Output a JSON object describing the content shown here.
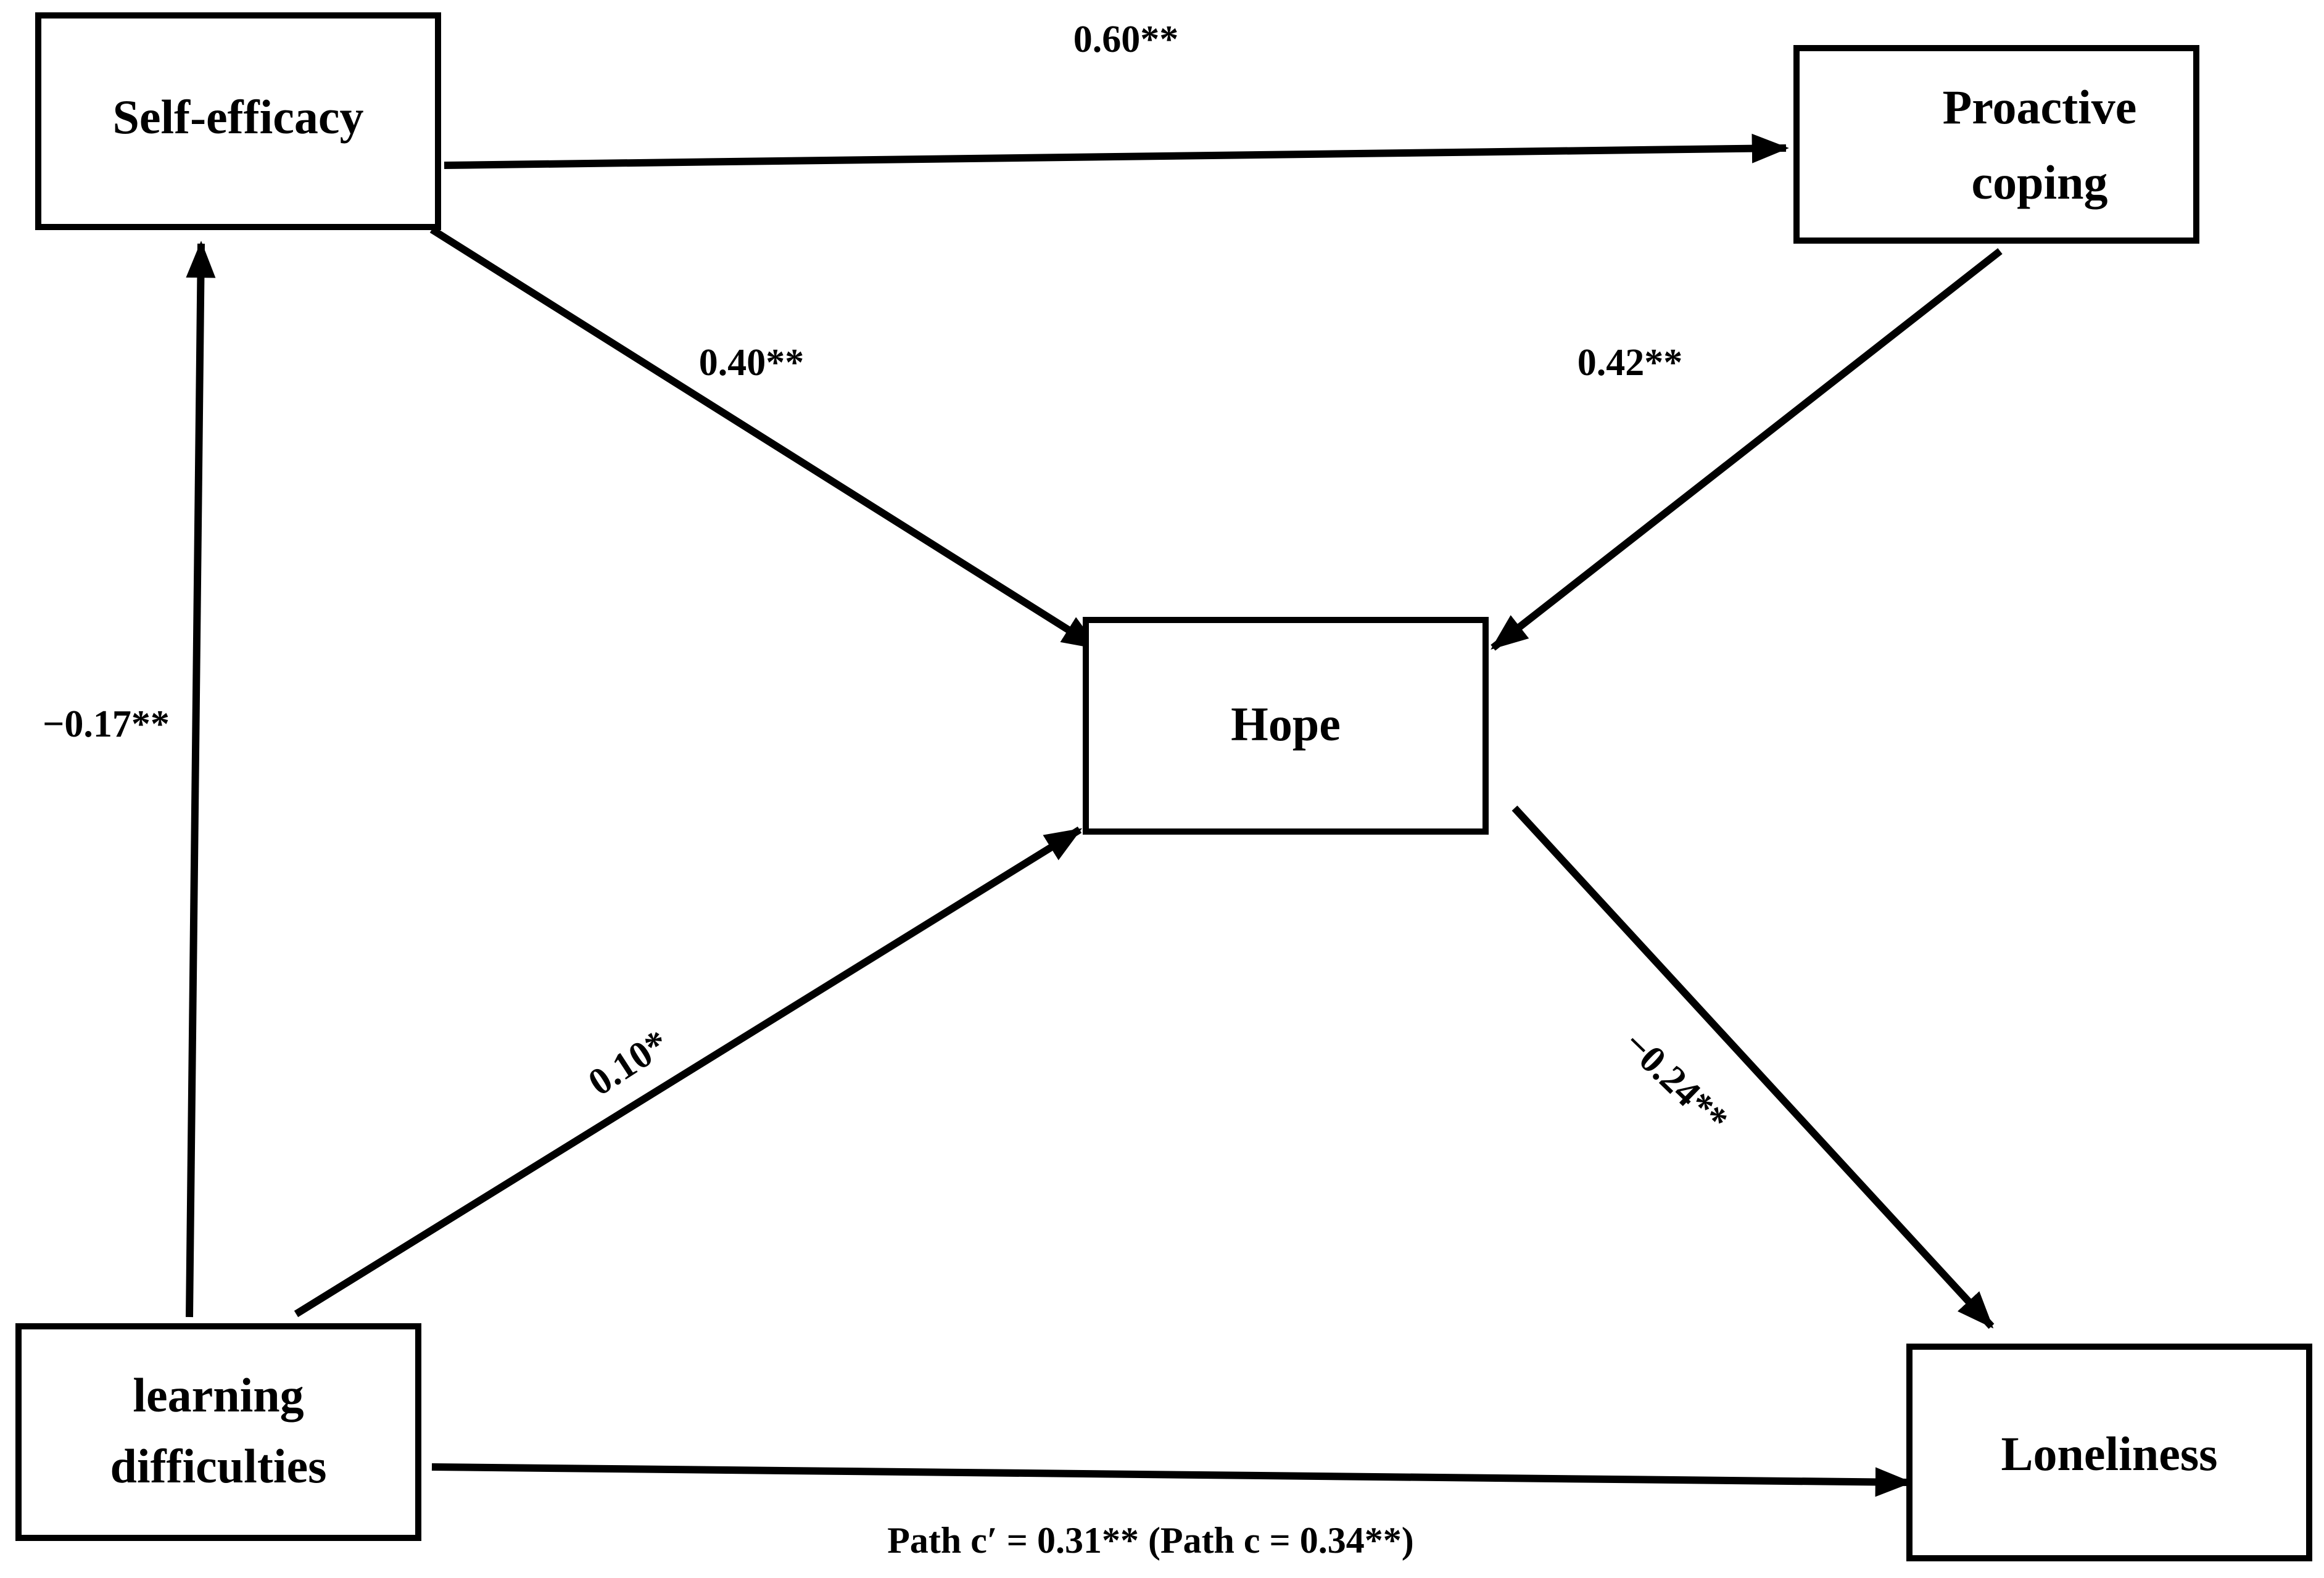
{
  "nodes": {
    "self_efficacy": "Self-efficacy",
    "proactive_coping_line1": "Proactive",
    "proactive_coping_line2": "coping",
    "hope": "Hope",
    "learning_difficulties_line1": "learning",
    "learning_difficulties_line2": "difficulties",
    "loneliness": "Loneliness"
  },
  "paths": {
    "self_efficacy_to_proactive_coping": "0.60**",
    "self_efficacy_to_hope": "0.40**",
    "proactive_coping_to_hope": "0.42**",
    "learning_difficulties_to_self_efficacy": "−0.17**",
    "learning_difficulties_to_hope": "0.10*",
    "hope_to_loneliness": "−0.24**",
    "direct_effect": "Path c′ = 0.31** (Path c = 0.34**)"
  }
}
